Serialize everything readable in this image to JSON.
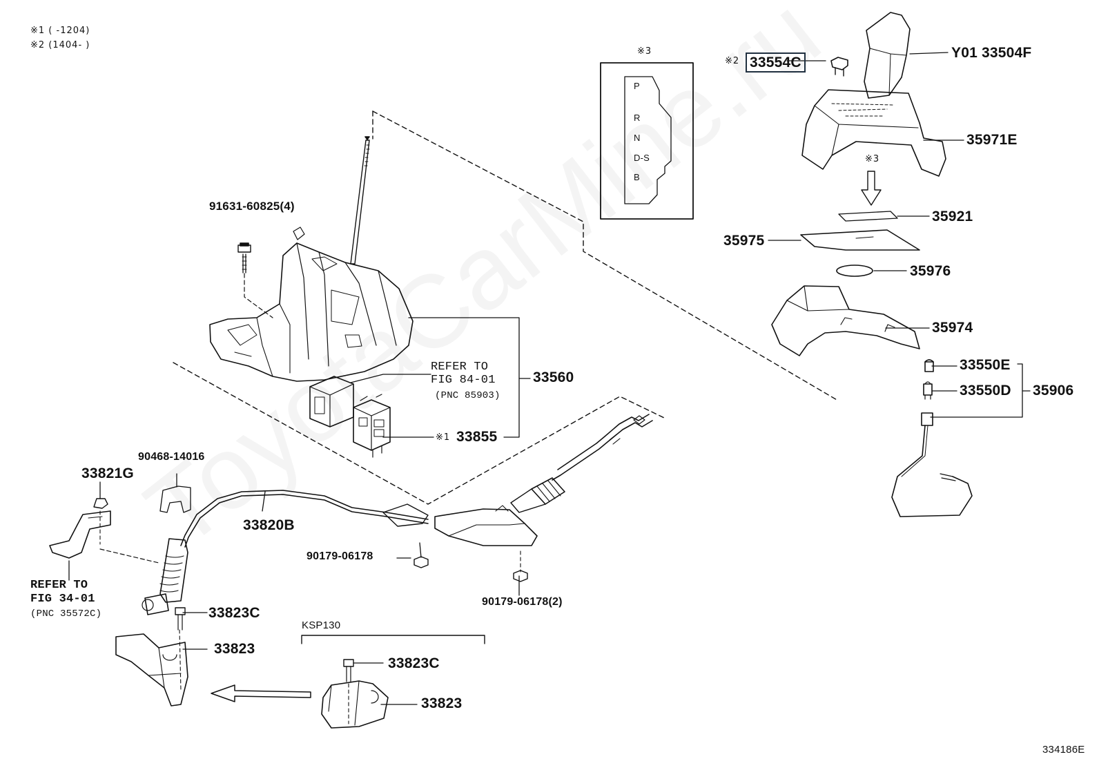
{
  "notes": {
    "n1": "※1 (    -1204)",
    "n2": "※2 (1404-     )"
  },
  "labels": {
    "p33554C_mark": "※2",
    "p33554C": "33554C",
    "p33504F": "Y01 33504F",
    "p35971E": "35971E",
    "mark3_a": "※3",
    "mark3_b": "※3",
    "p35921": "35921",
    "p35975": "35975",
    "p35976": "35976",
    "p35974": "35974",
    "p33550E": "33550E",
    "p33550D": "33550D",
    "p35906": "35906",
    "p91631": "91631-60825(4)",
    "refer84_1": "REFER TO",
    "refer84_2": "FIG 84-01",
    "refer84_3": "(PNC 85903)",
    "p33560": "33560",
    "p33855_mark": "※1",
    "p33855": "33855",
    "p90468": "90468-14016",
    "p33821G": "33821G",
    "p33820B": "33820B",
    "p90179a": "90179-06178",
    "p90179b": "90179-06178(2)",
    "refer34_1": "REFER TO",
    "refer34_2": "FIG 34-01",
    "refer34_3": "(PNC 35572C)",
    "p33823C_a": "33823C",
    "p33823_a": "33823",
    "ksp130": "KSP130",
    "p33823C_b": "33823C",
    "p33823_b": "33823",
    "figure_code": "334186E"
  },
  "gate": [
    "P",
    "R",
    "N",
    "D-S",
    "B"
  ],
  "watermark": "ToyotaCarMine.ru",
  "colors": {
    "line": "#111111",
    "highlight": "#1f2f3f"
  }
}
